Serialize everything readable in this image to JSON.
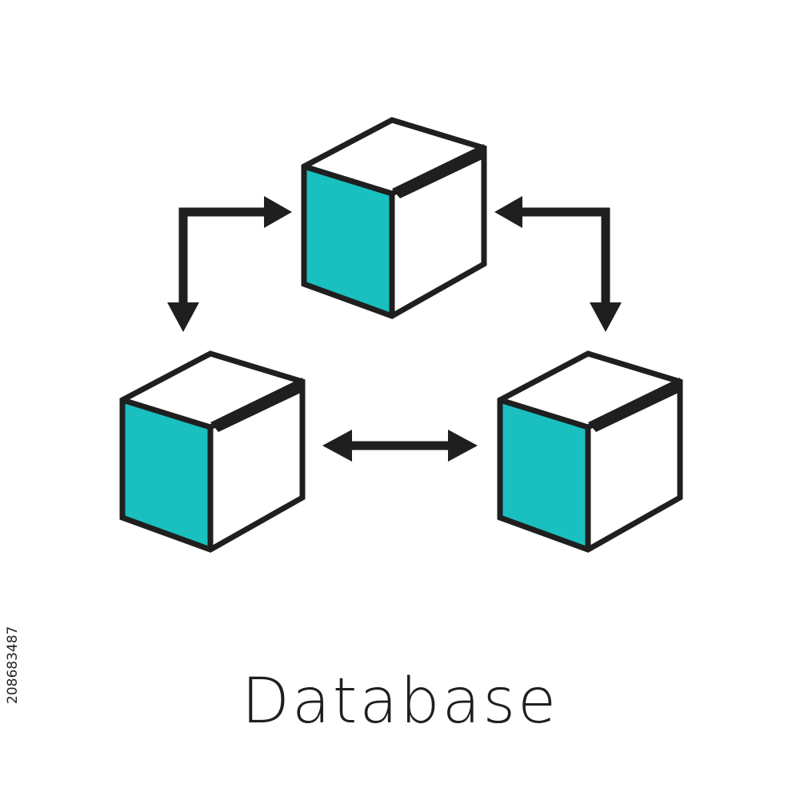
{
  "caption": "Database",
  "stock_id": "208683487",
  "colors": {
    "accent": "#1abfc0",
    "stroke": "#1f1f1f",
    "background": "#ffffff"
  },
  "nodes": [
    {
      "name": "cube-top",
      "icon": "cube-icon"
    },
    {
      "name": "cube-left",
      "icon": "cube-icon"
    },
    {
      "name": "cube-right",
      "icon": "cube-icon"
    }
  ],
  "connectors": [
    {
      "from": "cube-top",
      "to": "cube-left",
      "icon": "bidirectional-elbow-arrow-icon"
    },
    {
      "from": "cube-top",
      "to": "cube-right",
      "icon": "bidirectional-elbow-arrow-icon"
    },
    {
      "from": "cube-left",
      "to": "cube-right",
      "icon": "bidirectional-arrow-icon"
    }
  ]
}
